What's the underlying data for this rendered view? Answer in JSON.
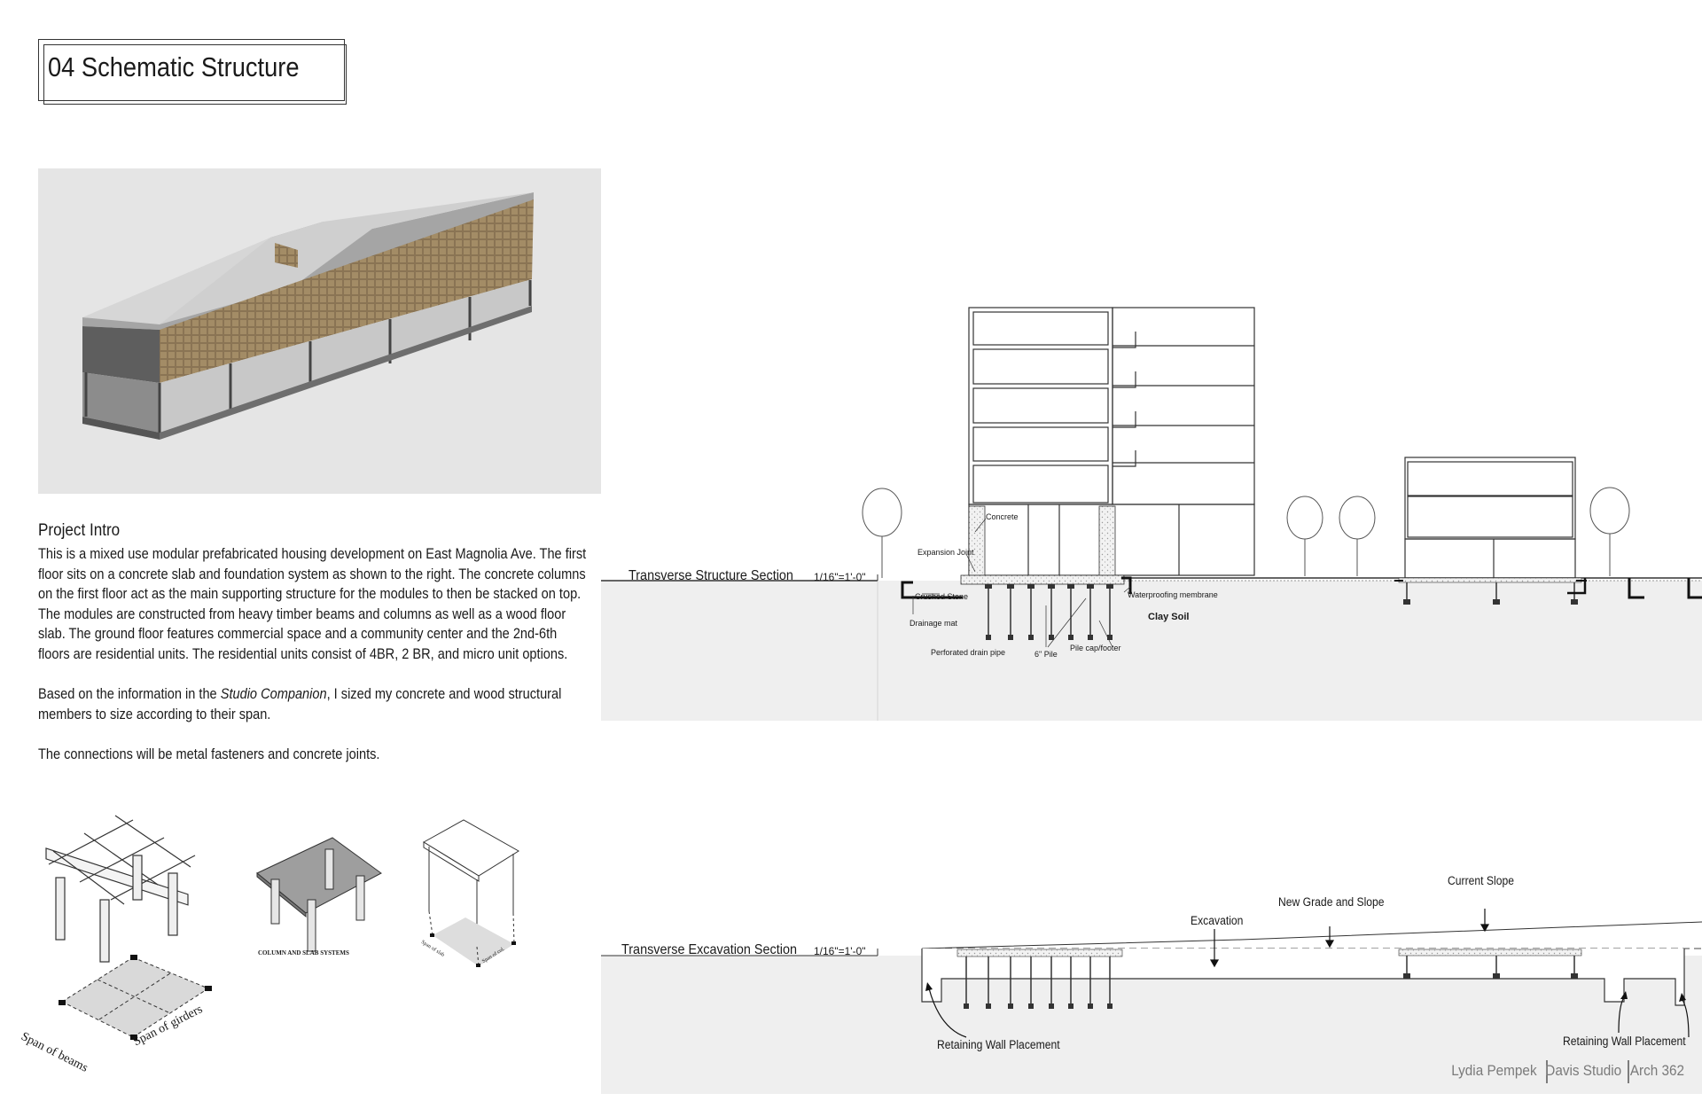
{
  "page": {
    "title": "04 Schematic Structure",
    "credit": {
      "name": "Lydia Pempek",
      "studio": "Davis Studio",
      "course": "Arch 362"
    }
  },
  "intro": {
    "heading": "Project Intro",
    "paragraph1": "This is a mixed use modular prefabricated housing development on East Magnolia Ave. The first floor sits on a concrete slab and foundation system as shown to the right. The concrete columns on the first floor act as the main supporting structure for the modules to then be stacked on top. The modules are constructed from heavy timber beams and columns as well as a wood floor slab. The ground floor features commercial space and a community center and the 2nd-6th floors are residential units. The residential units consist of 4BR, 2 BR, and micro unit options.",
    "paragraph2_pre": "Based on the information in the ",
    "paragraph2_em": "Studio Companion",
    "paragraph2_post": ", I sized my concrete and wood structural members to size according to their span.",
    "paragraph3": "The connections will be metal fasteners and concrete joints."
  },
  "diagrams": {
    "span_beams": "Span of beams",
    "span_girders": "Span of girders",
    "column_slab": "COLUMN AND SLAB SYSTEMS",
    "span_slab": "Span of slab",
    "span_col": "Span of col."
  },
  "structure_section": {
    "title": "Transverse Structure Section",
    "scale": "1/16\"=1'-0\"",
    "labels": {
      "concrete": "Concrete",
      "expansion_joint": "Expansion Joint",
      "crushed_stone": "Crushed Stone",
      "drainage_mat": "Drainage mat",
      "perforated_pipe": "Perforated drain pipe",
      "pile": "6\" Pile",
      "pile_cap": "Pile cap/footer",
      "waterproofing": "Waterproofing membrane",
      "clay_soil": "Clay Soil"
    }
  },
  "excavation_section": {
    "title": "Transverse Excavation Section",
    "scale": "1/16\"=1'-0\"",
    "labels": {
      "current_slope": "Current Slope",
      "new_grade": "New Grade and Slope",
      "excavation": "Excavation",
      "retaining_left": "Retaining Wall Placement",
      "retaining_right": "Retaining Wall Placement"
    }
  }
}
